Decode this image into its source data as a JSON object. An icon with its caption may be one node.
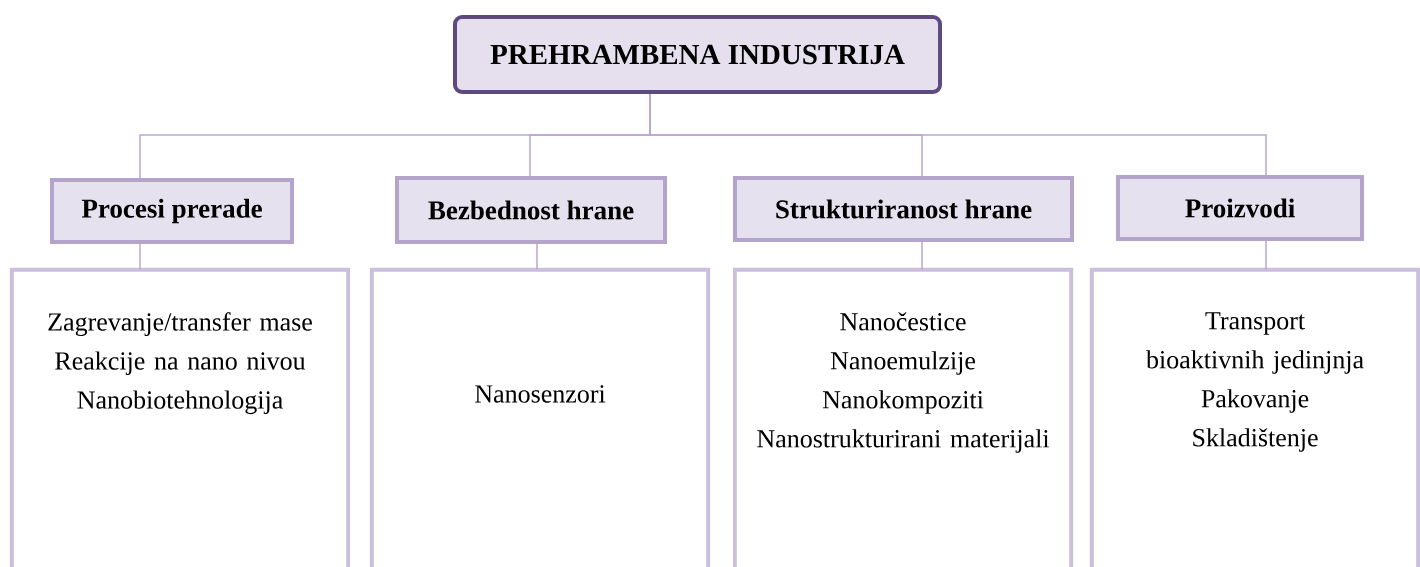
{
  "diagram": {
    "nodes": [
      {
        "text": [
          "PREHRAMBENA INDUSTRIJA"
        ]
      },
      {
        "text": [
          "Procesi prerade"
        ]
      },
      {
        "text": [
          "Bezbednost hrane"
        ]
      },
      {
        "text": [
          "Strukturiranost hrane"
        ]
      },
      {
        "text": [
          "Proizvodi"
        ]
      },
      {
        "text": [
          "Zagrevanje/transfer mase",
          "Reakcije na nano nivou",
          "Nanobiotehnologija"
        ]
      },
      {
        "text": [
          "Nanosenzori"
        ]
      },
      {
        "text": [
          "Nanočestice",
          "Nanoemulzije",
          "Nanokompoziti",
          "Nanostrukturirani materijali"
        ]
      },
      {
        "text": [
          "Transport bioaktivnih jedinjnja",
          "Pakovanje",
          "Skladištenje"
        ]
      }
    ],
    "edges": [
      {
        "from": 0,
        "to": 1,
        "arrow": "none"
      },
      {
        "from": 0,
        "to": 2,
        "arrow": "none"
      },
      {
        "from": 0,
        "to": 3,
        "arrow": "none"
      },
      {
        "from": 0,
        "to": 4,
        "arrow": "none"
      },
      {
        "from": 1,
        "to": 5,
        "arrow": "none"
      },
      {
        "from": 2,
        "to": 6,
        "arrow": "none"
      },
      {
        "from": 3,
        "to": 7,
        "arrow": "none"
      },
      {
        "from": 4,
        "to": 8,
        "arrow": "none"
      }
    ]
  }
}
